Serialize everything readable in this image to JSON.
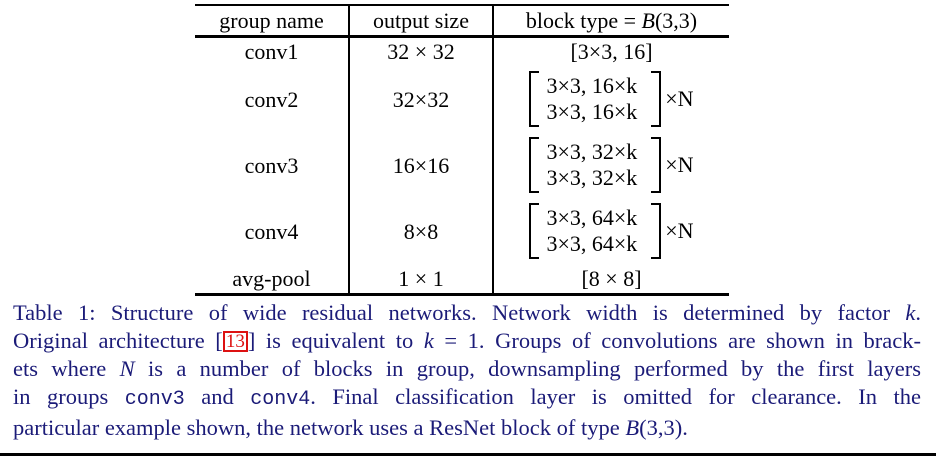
{
  "colors": {
    "table_text": "#000000",
    "caption_text": "#1b1b78",
    "citation_red": "#dd1111",
    "rule": "#000000"
  },
  "table": {
    "headers": [
      "group name",
      "output size"
    ],
    "block_header": {
      "prefix": "block type = ",
      "b": "B",
      "args": "(3,3)"
    },
    "rows": [
      {
        "group": "conv1",
        "output": "32 × 32",
        "block": "[3×3, 16]"
      },
      {
        "group": "conv2",
        "output": "32×32",
        "matrix": [
          "3×3, 16×k",
          "3×3, 16×k"
        ],
        "mult": "×N"
      },
      {
        "group": "conv3",
        "output": "16×16",
        "matrix": [
          "3×3, 32×k",
          "3×3, 32×k"
        ],
        "mult": "×N"
      },
      {
        "group": "conv4",
        "output": "8×8",
        "matrix": [
          "3×3, 64×k",
          "3×3, 64×k"
        ],
        "mult": "×N"
      },
      {
        "group": "avg-pool",
        "output": "1 × 1",
        "block": "[8 × 8]"
      }
    ]
  },
  "caption": {
    "l1": {
      "a": "Table 1:  Structure of wide residual networks.  Network width is determined by factor ",
      "k": "k",
      "b": "."
    },
    "l2": {
      "a": "Original architecture [",
      "cite": "13",
      "b": "] is equivalent to ",
      "k": "k",
      "c": " = 1. Groups of convolutions are shown in brack-"
    },
    "l3": {
      "a": "ets where ",
      "n": "N",
      "b": " is a number of blocks in group, downsampling performed by the first layers"
    },
    "l4": {
      "a": "in groups ",
      "m1": "conv3",
      "b": " and ",
      "m2": "conv4",
      "c": ". Final classification layer is omitted for clearance. In the"
    },
    "l5": {
      "a": "particular example shown, the network uses a ResNet block of type ",
      "bb": "B",
      "b": "(3,3)."
    }
  }
}
